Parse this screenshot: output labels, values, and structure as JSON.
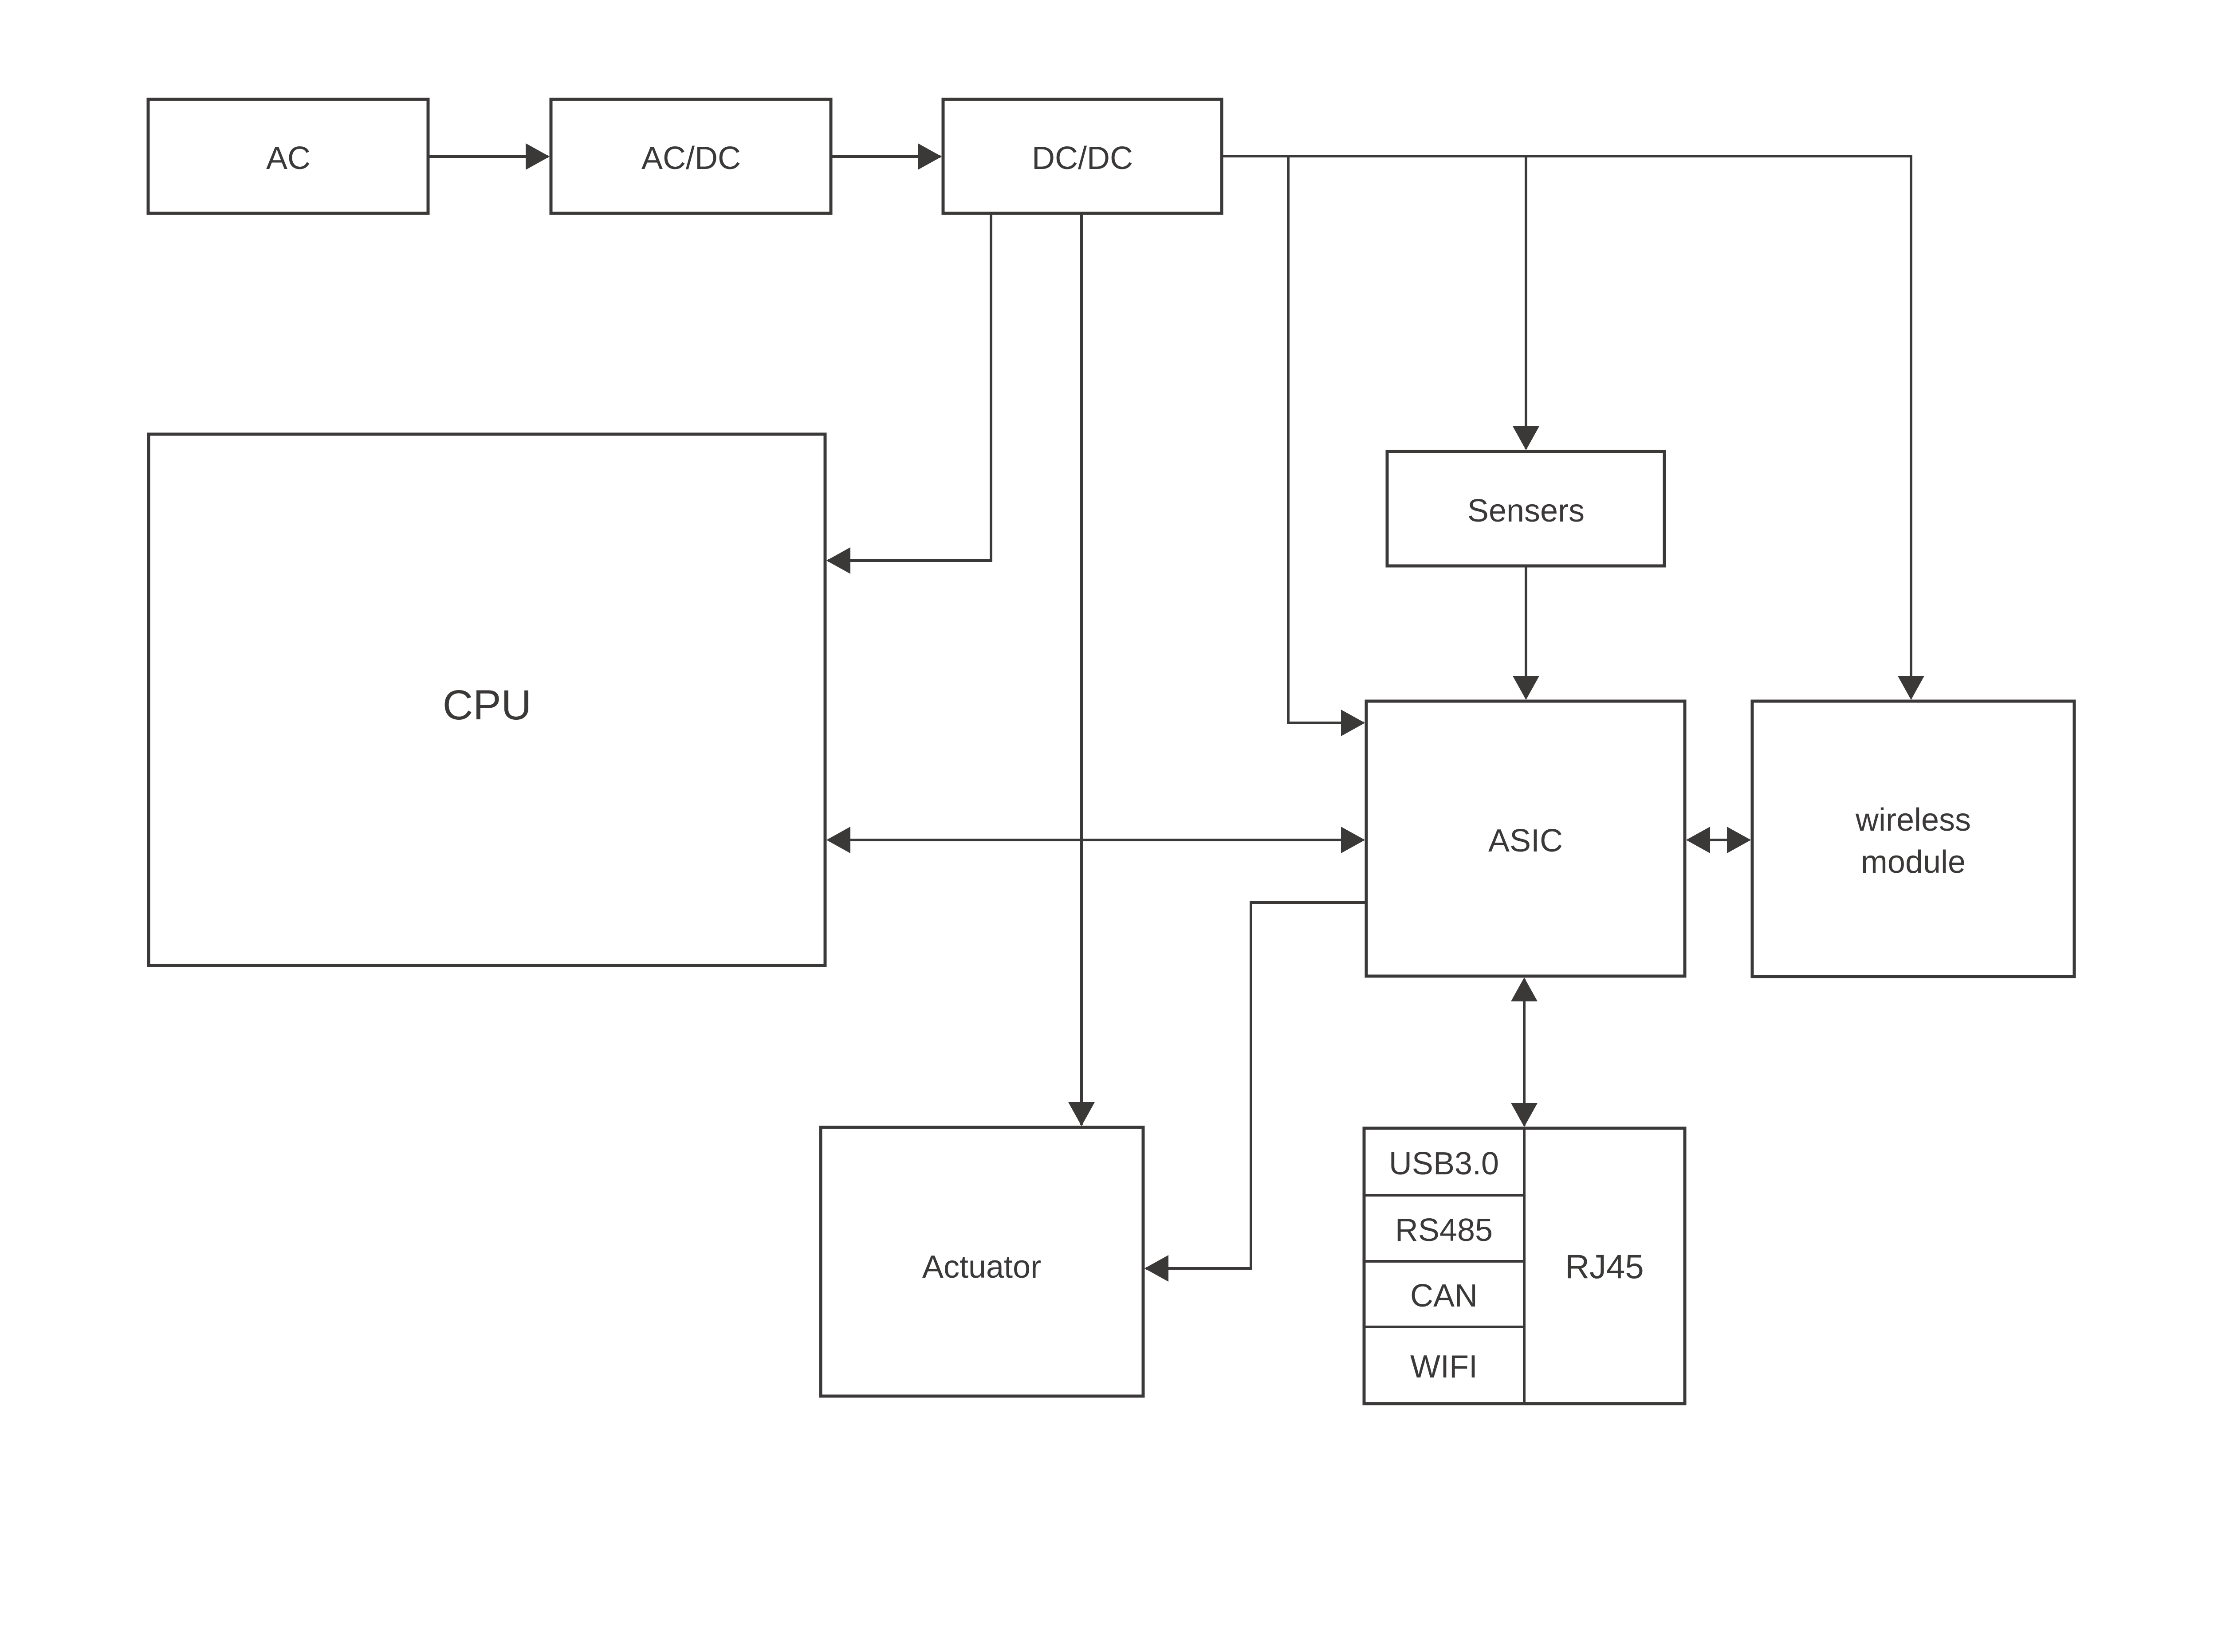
{
  "diagram": {
    "colors": {
      "line": "#3b3838",
      "text": "#3b3838",
      "background": "#ffffff"
    },
    "nodes": {
      "ac": {
        "label": "AC"
      },
      "acdc": {
        "label": "AC/DC"
      },
      "dcdc": {
        "label": "DC/DC"
      },
      "cpu": {
        "label": "CPU"
      },
      "sensers": {
        "label": "Sensers"
      },
      "asic": {
        "label": "ASIC"
      },
      "wireless": {
        "line1": "wireless",
        "line2": "module"
      },
      "actuator": {
        "label": "Actuator"
      },
      "io": {
        "rows": [
          {
            "label": "USB3.0"
          },
          {
            "label": "RS485"
          },
          {
            "label": "CAN"
          },
          {
            "label": "WIFI"
          }
        ],
        "rj45": "RJ45"
      }
    },
    "edges": [
      {
        "from": "AC",
        "to": "AC/DC",
        "type": "arrow"
      },
      {
        "from": "AC/DC",
        "to": "DC/DC",
        "type": "arrow"
      },
      {
        "from": "DC/DC",
        "to": "wireless module",
        "type": "arrow"
      },
      {
        "from": "DC/DC",
        "to": "ASIC",
        "type": "arrow"
      },
      {
        "from": "DC/DC",
        "to": "Sensers",
        "type": "arrow"
      },
      {
        "from": "Sensers",
        "to": "ASIC",
        "type": "arrow"
      },
      {
        "from": "DC/DC",
        "to": "CPU",
        "type": "arrow"
      },
      {
        "from": "DC/DC",
        "to": "Actuator",
        "type": "arrow"
      },
      {
        "from": "CPU",
        "to": "ASIC",
        "type": "bidirectional"
      },
      {
        "from": "ASIC",
        "to": "Actuator",
        "type": "arrow"
      },
      {
        "from": "ASIC",
        "to": "wireless module",
        "type": "bidirectional"
      },
      {
        "from": "ASIC",
        "to": "I/O ports",
        "type": "bidirectional"
      }
    ]
  }
}
